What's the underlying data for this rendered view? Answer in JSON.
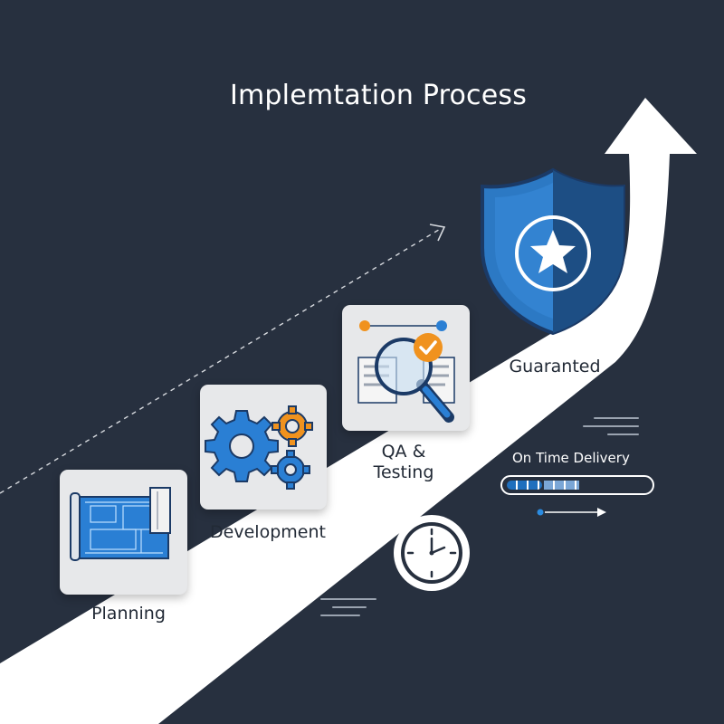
{
  "title": "Implemtation Process",
  "steps": [
    {
      "label": "Planning",
      "icon": "blueprint-icon"
    },
    {
      "label": "Development",
      "icon": "gears-icon"
    },
    {
      "label_line1": "QA &",
      "label_line2": "Testing",
      "icon": "magnifier-check-icon"
    },
    {
      "label": "Guaranted",
      "icon": "shield-star-icon"
    }
  ],
  "delivery": {
    "label": "On Time Delivery",
    "progress": 0.5,
    "icon": "clock-icon"
  },
  "colors": {
    "background": "#27303f",
    "accent_blue": "#1f6fbd",
    "accent_orange": "#f0921e",
    "path_white": "#ffffff"
  }
}
